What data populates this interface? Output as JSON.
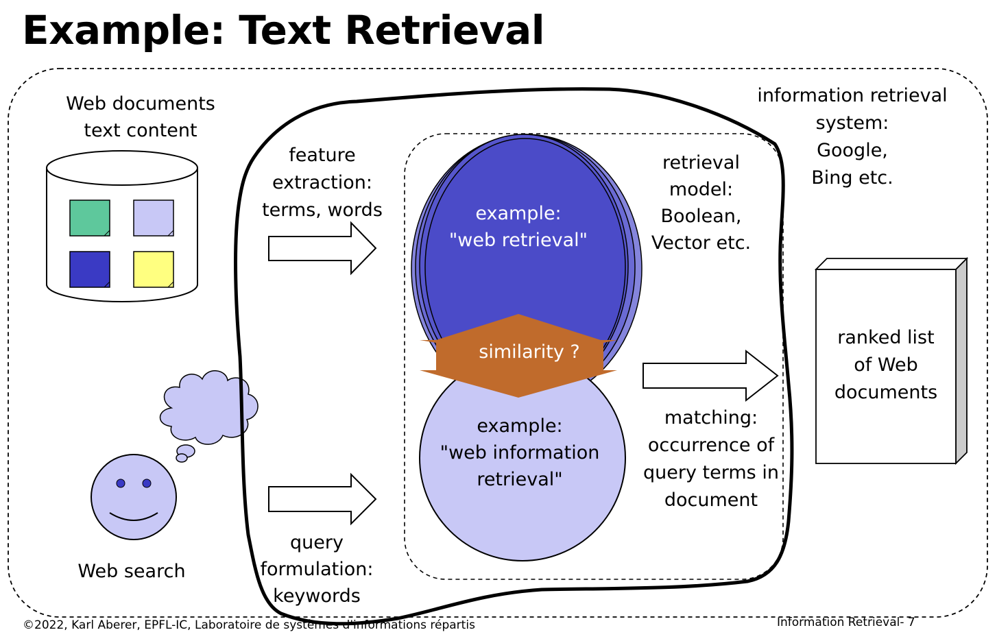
{
  "title": "Example: Text Retrieval",
  "labels": {
    "web_documents": [
      "Web documents",
      "text content"
    ],
    "feature_extraction": [
      "feature",
      "extraction:",
      "terms, words"
    ],
    "retrieval_model": [
      "retrieval",
      "model:",
      "Boolean,",
      "Vector etc."
    ],
    "ir_system": [
      "information retrieval",
      "system:",
      "Google,",
      "Bing etc."
    ],
    "doc_example": [
      "example:",
      "\"web retrieval\""
    ],
    "similarity": "similarity ?",
    "query_example": [
      "example:",
      "\"web information",
      "retrieval\""
    ],
    "matching": [
      "matching:",
      "occurrence of",
      "query terms in",
      "document"
    ],
    "ranked_list": [
      "ranked list",
      "of Web",
      "documents"
    ],
    "web_search": "Web search",
    "query_formulation": [
      "query",
      "formulation:",
      "keywords"
    ]
  },
  "footer": {
    "left": "©2022, Karl Aberer, EPFL-IC, Laboratoire de systèmes d'informations répartis",
    "right": "Information Retrieval- 7"
  },
  "colors": {
    "doc_sticky_green": "#5ec89c",
    "doc_sticky_lavender": "#c8c8f6",
    "doc_sticky_blue": "#3a3ac4",
    "doc_sticky_yellow": "#ffff80",
    "doc_ellipse": "#4b4bc8",
    "doc_ellipse_back": "#8585dc",
    "query_circle": "#c8c8f6",
    "similarity_arrow": "#c06b2c"
  },
  "icons": [
    "database-icon",
    "right-arrow-icon",
    "thought-cloud-icon",
    "smiley-face-icon",
    "document-stack-icon"
  ]
}
